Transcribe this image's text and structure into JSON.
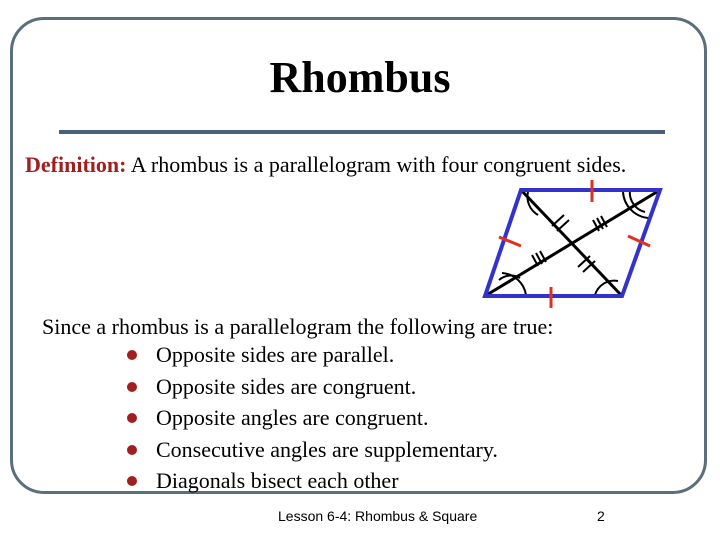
{
  "slide": {
    "title": "Rhombus",
    "definition_label": "Definition:",
    "definition_text": "A rhombus is a parallelogram with four congruent sides.",
    "intro": "Since a rhombus is a parallelogram the following are true:",
    "bullets": [
      "Opposite sides are parallel.",
      "Opposite sides are congruent.",
      "Opposite angles are congruent.",
      "Consecutive angles are supplementary.",
      "Diagonals bisect each other"
    ],
    "footer": "Lesson 6-4: Rhombus & Square",
    "page_number": "2"
  },
  "colors": {
    "frame": "#5b6f7a",
    "rule": "#49607a",
    "accent": "#a02020",
    "rhombus_outline": "#3333cc",
    "tick_marks": "#e03020"
  },
  "figure": {
    "shape": "rhombus",
    "diagonals": true,
    "side_tick_marks": 4,
    "diagonal_tick_marks": [
      "double",
      "triple"
    ]
  }
}
